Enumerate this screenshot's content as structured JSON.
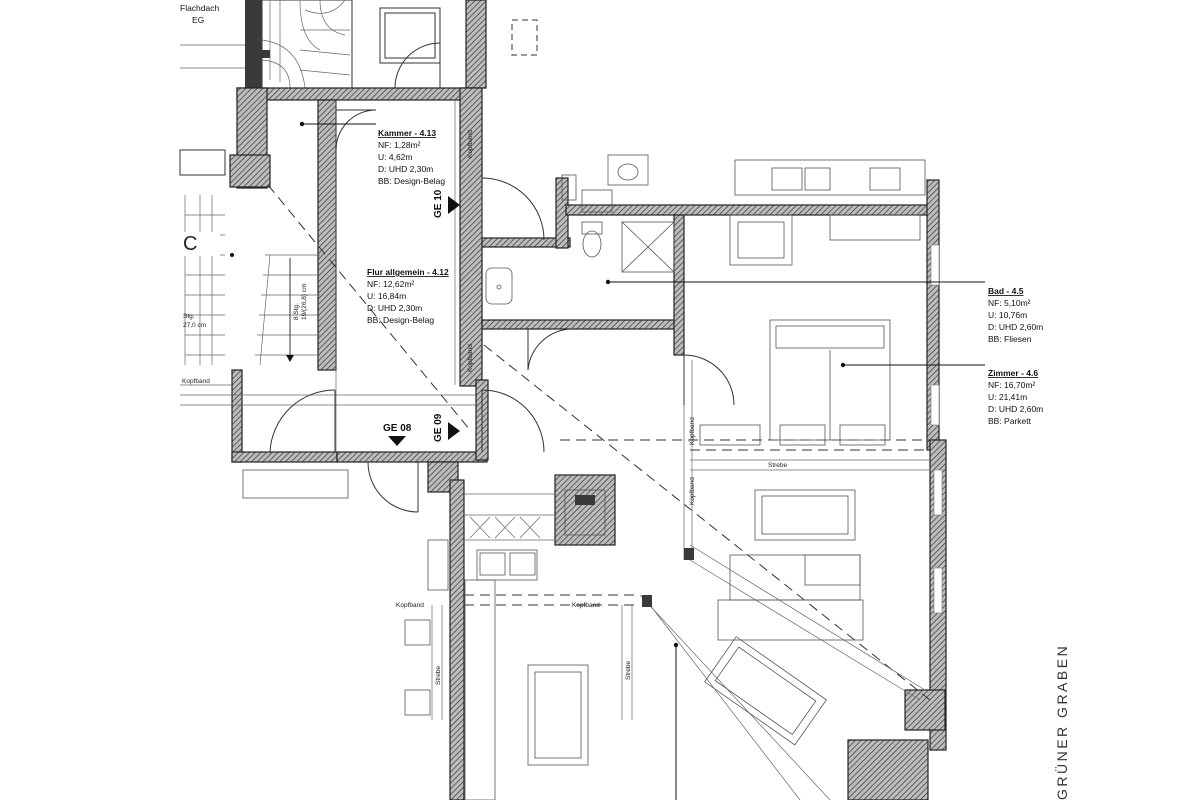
{
  "top_label": {
    "line1": "Flachdach",
    "line2": "EG"
  },
  "rooms": [
    {
      "id": "kammer",
      "title": "Kammer - 4.13",
      "nf": "NF:  1,28m²",
      "u": "U:     4,62m",
      "d": "D:     UHD 2,30m",
      "bb": "BB:  Design-Belag"
    },
    {
      "id": "flur",
      "title": "Flur allgemein - 4.12",
      "nf": "NF:  12,62m²",
      "u": "U:     16,84m",
      "d": "D:     UHD 2,30m",
      "bb": "BB:  Design-Belag"
    },
    {
      "id": "bad",
      "title": "Bad - 4.5",
      "nf": "NF:  5,10m²",
      "u": "U:     10,76m",
      "d": "D:     UHD 2,60m",
      "bb": "BB:  Fliesen"
    },
    {
      "id": "zimmer",
      "title": "Zimmer - 4.6",
      "nf": "NF:  16,70m²",
      "u": "U:     21,41m",
      "d": "D:     UHD 2,60m",
      "bb": "BB:  Parkett"
    }
  ],
  "entrances": {
    "ge08": "GE 08",
    "ge09": "GE 09",
    "ge10": "GE 10"
  },
  "beam_labels": {
    "kopfband": "Kopfband",
    "strebe": "Strebe"
  },
  "stair": {
    "letter": "C",
    "steps": "8 Stg.",
    "steps_dim": "19/(26,8) cm",
    "step_width": "Stg.",
    "step_width_val": "27,0 cm"
  },
  "street_name": "GRÜNER GRABEN"
}
